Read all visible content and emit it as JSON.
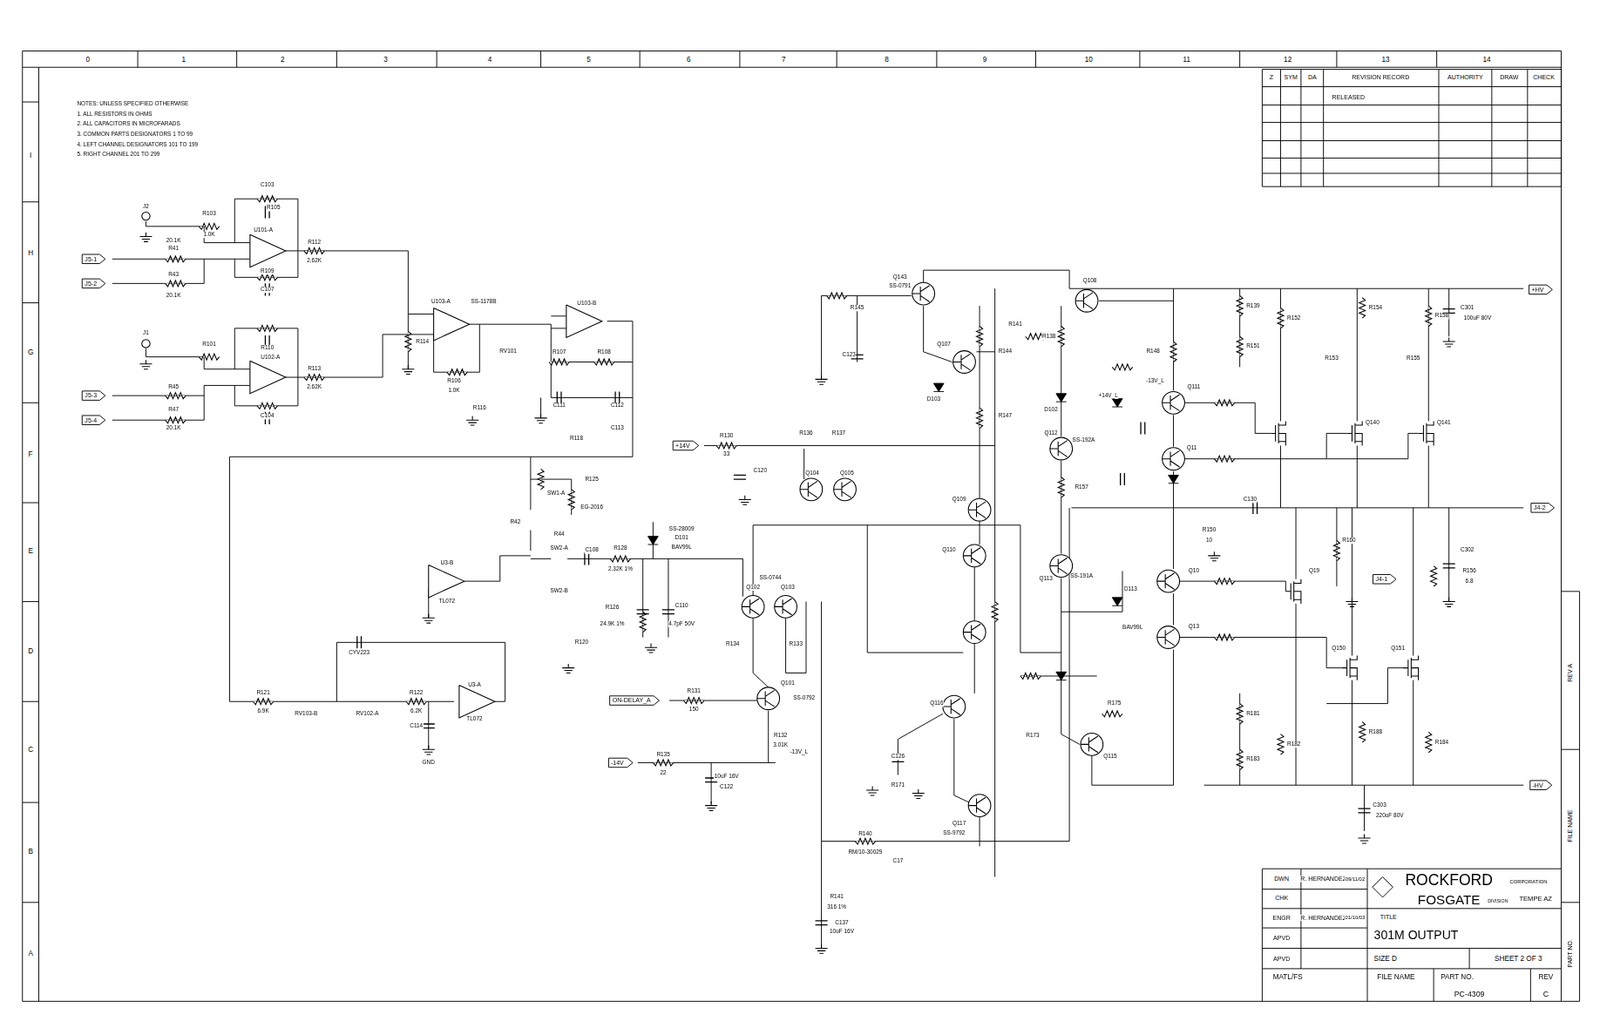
{
  "diagram": {
    "nodes": [
      {
        "text": [
          "J5-1"
        ]
      },
      {
        "text": [
          "J5-2"
        ]
      },
      {
        "text": [
          "J5-3"
        ]
      },
      {
        "text": [
          "J5-4"
        ]
      },
      {
        "text": [
          "+14V"
        ]
      },
      {
        "text": [
          "ON-DELAY_A"
        ]
      },
      {
        "text": [
          "-14V"
        ]
      },
      {
        "text": [
          "J4-2"
        ]
      },
      {
        "text": [
          "J4-1"
        ]
      },
      {
        "text": [
          "+HV"
        ]
      },
      {
        "text": [
          "-HV"
        ]
      }
    ],
    "labels": [
      "0",
      "1",
      "2",
      "3",
      "4",
      "5",
      "6",
      "7",
      "8",
      "9",
      "10",
      "11",
      "12",
      "13",
      "14",
      "I",
      "H",
      "G",
      "F",
      "E",
      "D",
      "C",
      "B",
      "A",
      "REV A",
      "FILE NAME",
      "PART NO.",
      "NOTES: UNLESS SPECIFIED OTHERWISE",
      "1. ALL RESISTORS IN OHMS",
      "2. ALL CAPACITORS IN MICROFARADS",
      "3. COMMON PARTS DESIGNATORS 1 TO 99",
      "4. LEFT CHANNEL DESIGNATORS 101 TO 199",
      "5. RIGHT CHANNEL 201 TO 299",
      "Z",
      "SYM",
      "DA",
      "REVISION RECORD",
      "AUTHORITY",
      "DRAW",
      "CHECK",
      "RELEASED",
      "DWN",
      "R. HERNANDEZ",
      "09/11/02",
      "ROCKFORD",
      "CORPORATION",
      "CHK",
      "FOSGATE",
      "DIVISION",
      "TEMPE AZ",
      "ENGR",
      "R. HERNANDEZ",
      "01/10/03",
      "TITLE",
      "APVD",
      "301M OUTPUT",
      "APVD",
      "SIZE D",
      "SHEET 2 OF 3",
      "MATL/FS",
      "FILE NAME",
      "PART NO.",
      "REV",
      "PC-4309",
      "C",
      "J2",
      "C103",
      "R105",
      "R103",
      "1.0K",
      "20.1K",
      "R41",
      "U101-A",
      "R112",
      "2.62K",
      "R109",
      "C107",
      "R43",
      "20.1K",
      "J1",
      "R101",
      "R110",
      "U102-A",
      "R113",
      "2.62K",
      "R45",
      "C104",
      "R47",
      "20.1K",
      "R114",
      "U103-A",
      "SS-1178B",
      "R106",
      "1.0K",
      "RV101",
      "R116",
      "U103-B",
      "R107",
      "R108",
      "C111",
      "C112",
      "C113",
      "R118",
      "R125",
      "EG-2016",
      "SW1-A",
      "R42",
      "R44",
      "U3-B",
      "TL072",
      "SW2-A",
      "SW2-B",
      "C108",
      "R128",
      "2.32K 1%",
      "D101",
      "SS-28009",
      "BAV99L",
      "R126",
      "24.9K 1%",
      "C110",
      "4.7pF 50V",
      "R120",
      "Q102",
      "Q103",
      "SS-0744",
      "R134",
      "R133",
      "Q101",
      "SS-0792",
      "R131",
      "150",
      "R132",
      "3.01K",
      "R135",
      "22",
      "C122",
      "10uF 16V",
      "-13V_L",
      "R121",
      "6.9K",
      "RV103-B",
      "RV102-A",
      "CYV223",
      "C114",
      "R122",
      "6.2K",
      "U3-A",
      "TL072",
      "GND",
      "R130",
      "33",
      "C120",
      "R136",
      "R137",
      "Q104",
      "Q105",
      "R145",
      "Q143",
      "SS-0791",
      "C123",
      "Q107",
      "D103",
      "R141",
      "R144",
      "Q108",
      "R138",
      "R148",
      "D102",
      "+14V_L",
      "-13V_L",
      "R147",
      "Q111",
      "Q112",
      "SS-192A",
      "R157",
      "Q109",
      "Q110",
      "Q113",
      "SS-191A",
      "R150",
      "10",
      "C130",
      "Q11",
      "Q10",
      "Q13",
      "Q19",
      "Q150",
      "Q151",
      "Q140",
      "Q141",
      "C301",
      "100uF 80V",
      "R160",
      "C302",
      "R156",
      "6.8",
      "C303",
      "220uF 80V",
      "D113",
      "BAV99L",
      "Q116",
      "Q117",
      "SS-9792",
      "Q115",
      "R173",
      "R175",
      "C126",
      "R171",
      "R140",
      "RM/10-30029",
      "C17",
      "R141",
      "316 1%",
      "C137",
      "10uF 16V",
      "R181",
      "R183",
      "R182",
      "R188",
      "R184",
      "R139",
      "R151",
      "R152",
      "R154",
      "R158",
      "R153",
      "R155"
    ]
  }
}
